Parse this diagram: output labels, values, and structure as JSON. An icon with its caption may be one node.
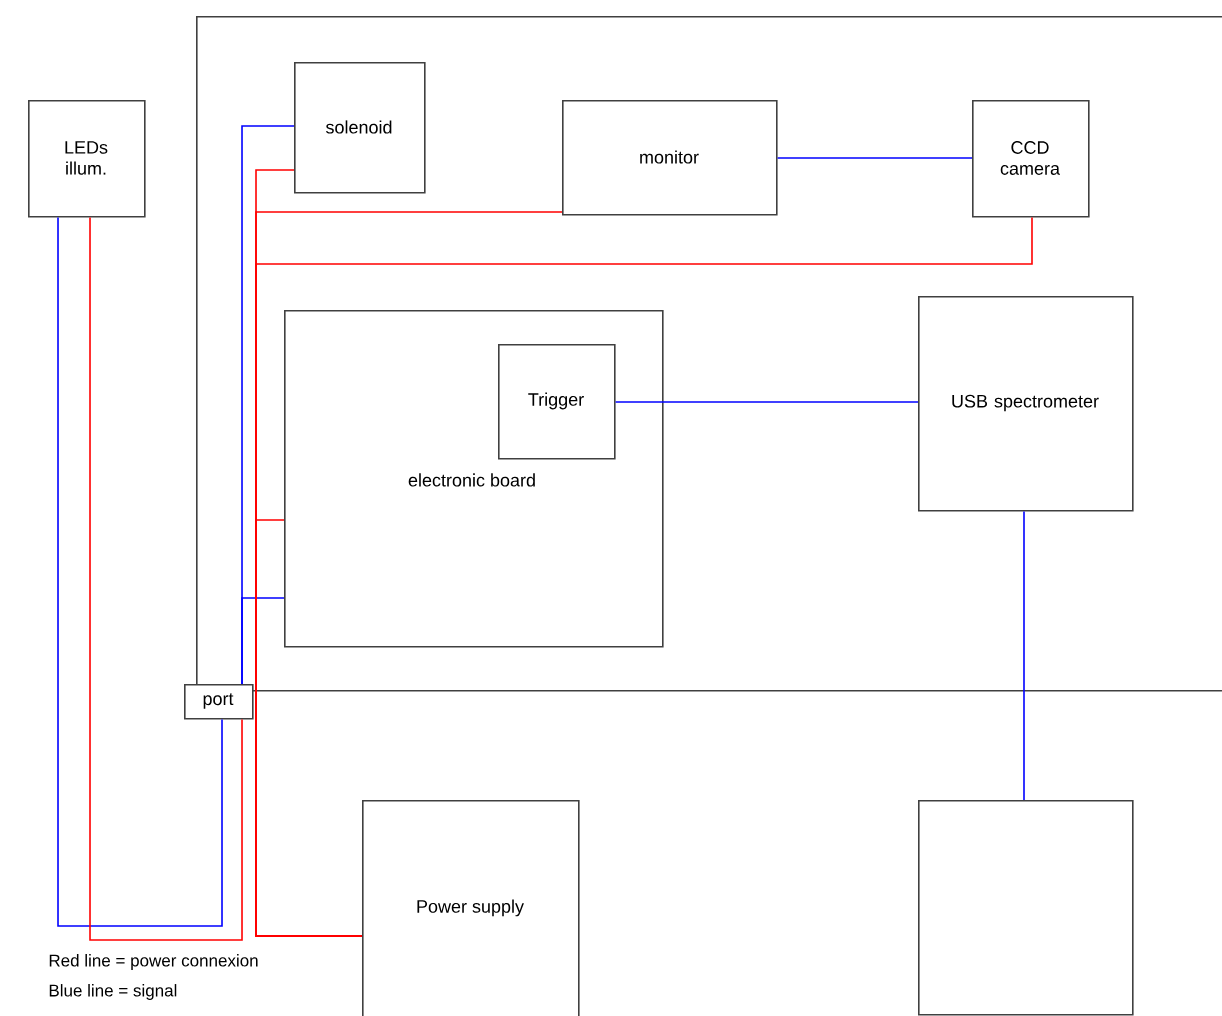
{
  "diagram": {
    "nodes": [
      {
        "text": [],
        "shape": "box"
      },
      {
        "text": [
          "solenoid"
        ],
        "in": 0
      },
      {
        "text": [
          "monitor"
        ],
        "in": 0
      },
      {
        "text": [
          "CCD camera"
        ],
        "in": 0
      },
      {
        "text": [
          "electronic board"
        ],
        "in": 0
      },
      {
        "text": [
          "Trigger"
        ],
        "in": 4
      },
      {
        "text": [
          "USB spectrometer"
        ],
        "in": 0
      },
      {
        "text": [
          "port"
        ]
      },
      {
        "text": [
          "LEDs illum."
        ]
      },
      {
        "text": [
          "Power supply"
        ]
      },
      {
        "text": [],
        "shape": "box"
      }
    ],
    "edges": [
      {
        "from": 2,
        "to": 3,
        "arrow": "none"
      },
      {
        "from": 5,
        "to": 6,
        "arrow": "none"
      },
      {
        "from": 6,
        "to": 10,
        "arrow": "none"
      },
      {
        "from": 1,
        "to": 7,
        "arrow": "none"
      },
      {
        "from": 4,
        "to": 7,
        "arrow": "none"
      },
      {
        "from": 8,
        "to": 7,
        "arrow": "none"
      },
      {
        "from": 8,
        "to": 7,
        "arrow": "none",
        "color": "#ff0000"
      },
      {
        "from": 1,
        "to": 9,
        "arrow": "none",
        "color": "#ff0000"
      },
      {
        "from": 2,
        "to": 9,
        "arrow": "none",
        "color": "#ff0000"
      },
      {
        "from": 3,
        "to": 9,
        "arrow": "none",
        "color": "#ff0000"
      },
      {
        "from": 4,
        "to": 9,
        "arrow": "none",
        "color": "#ff0000"
      }
    ],
    "labels": [
      "Red line = power connexion",
      "Blue line = signal"
    ]
  }
}
